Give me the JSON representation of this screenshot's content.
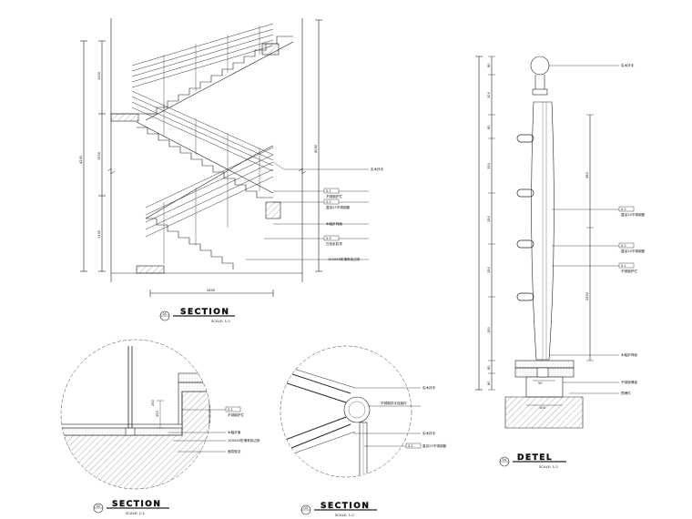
{
  "section_top": {
    "title": "SECTION",
    "scale": "SCALE: 1:2",
    "marker": "01",
    "dims": {
      "left": [
        "1100",
        "1900",
        "1100"
      ],
      "total": "4200",
      "bottom": "2850",
      "right": "4050"
    },
    "callouts": [
      {
        "code": "",
        "text": "实木扶手"
      },
      {
        "code": "S.1",
        "text": "不锈钢护栏"
      },
      {
        "code": "S.2",
        "text": "直径25不锈钢管"
      },
      {
        "code": "",
        "text": "木踏步饰面"
      },
      {
        "code": "S.3",
        "text": "白色乳胶漆"
      },
      {
        "code": "",
        "text": "100X50防滑条收边条"
      }
    ]
  },
  "section_left": {
    "title": "SECTION",
    "scale": "SCALE: 1:2",
    "marker": "02",
    "dims": [
      "150",
      "250"
    ],
    "callouts": [
      {
        "code": "S.1",
        "text": "不锈钢护栏"
      },
      {
        "code": "",
        "text": "木踏步面"
      },
      {
        "code": "",
        "text": "100X50防滑条收边条"
      },
      {
        "code": "",
        "text": "面层做法"
      }
    ]
  },
  "section_mid": {
    "title": "SECTION",
    "scale": "SCALE: 1:2",
    "marker": "03",
    "callouts": [
      {
        "code": "",
        "text": "实木扶手"
      },
      {
        "code": "",
        "text": "不锈钢扶手连接件"
      },
      {
        "code": "",
        "text": "实木扶手"
      },
      {
        "code": "S.2",
        "text": "直径25不锈钢管"
      }
    ]
  },
  "detail": {
    "title": "DETEL",
    "scale": "SCALE: 1:2",
    "marker": "04",
    "dims_left": [
      "80",
      "300",
      "80",
      "150",
      "150",
      "150",
      "150",
      "80",
      "80"
    ],
    "dims_right": [
      "380",
      "2400"
    ],
    "dims_bottom": [
      "50",
      "100"
    ],
    "callouts": [
      {
        "code": "",
        "text": "实木扶手"
      },
      {
        "code": "S.2",
        "text": "直径25不锈钢管"
      },
      {
        "code": "S.2",
        "text": "直径25不锈钢管"
      },
      {
        "code": "S.1",
        "text": "不锈钢护栏"
      },
      {
        "code": "",
        "text": "木踏步饰面"
      },
      {
        "code": "",
        "text": "不锈钢埋板"
      },
      {
        "code": "",
        "text": "预埋件"
      }
    ]
  }
}
